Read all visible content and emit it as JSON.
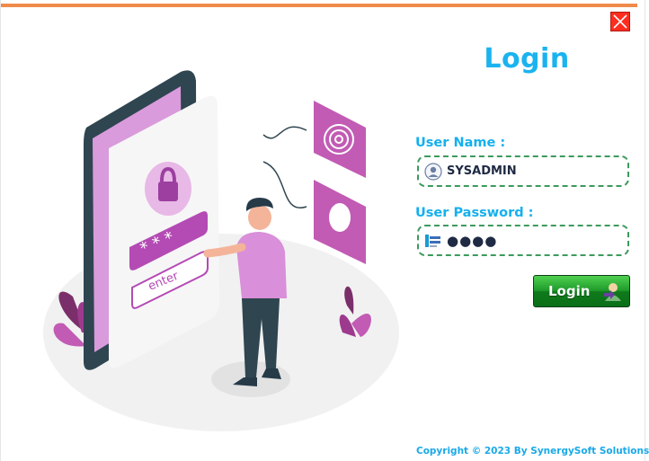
{
  "header": {
    "title": "Login",
    "accent_color": "#f08a4b",
    "title_color": "#1ab3f0"
  },
  "form": {
    "username_label": "User Name :",
    "username_value": "SYSADMIN",
    "password_label": "User Password :",
    "password_value": "●●●●",
    "field_border_color": "#3c9a5c"
  },
  "actions": {
    "login_label": "Login",
    "close_icon": "close-icon"
  },
  "footer": {
    "copyright": "Copyright © 2023 By SynergySoft Solutions"
  }
}
